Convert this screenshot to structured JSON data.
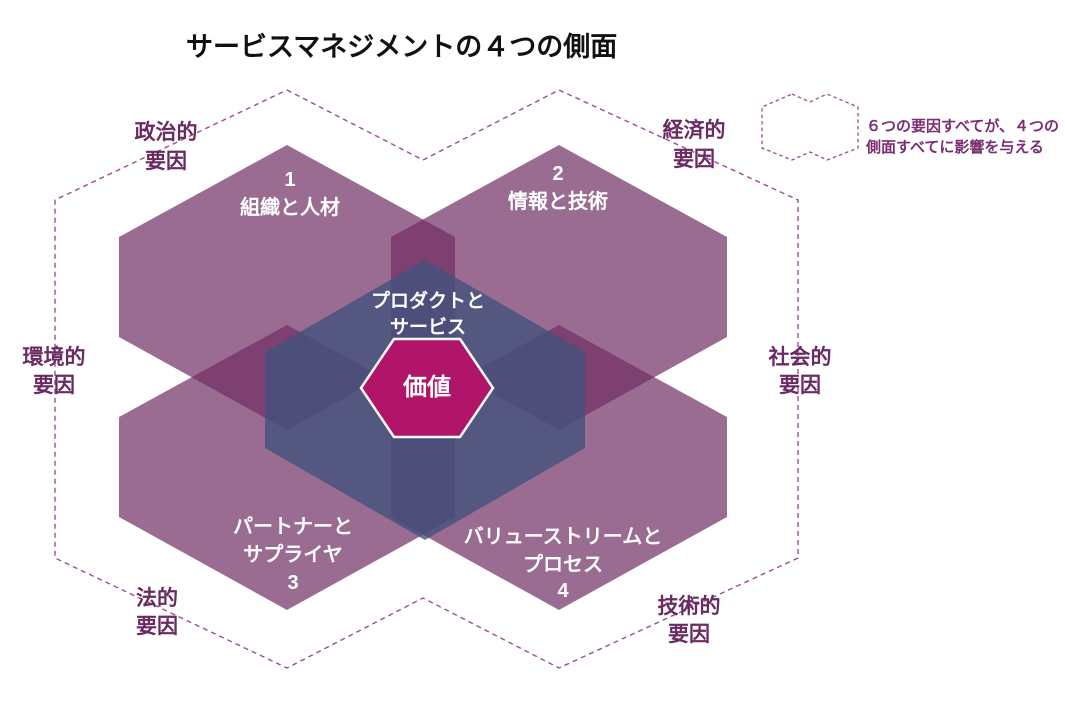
{
  "title": "サービスマネジメントの４つの側面",
  "legend": {
    "icon": "dashed-double-hexagon-outline-icon",
    "line1": "６つの要因すべてが、４つの",
    "line2": "側面すべてに影響を与える"
  },
  "external_factors": {
    "political": {
      "line1": "政治的",
      "line2": "要因"
    },
    "economic": {
      "line1": "経済的",
      "line2": "要因"
    },
    "environmental": {
      "line1": "環境的",
      "line2": "要因"
    },
    "social": {
      "line1": "社会的",
      "line2": "要因"
    },
    "legal": {
      "line1": "法的",
      "line2": "要因"
    },
    "technological": {
      "line1": "技術的",
      "line2": "要因"
    }
  },
  "dimensions": {
    "organizations_people": {
      "number": "1",
      "label": "組織と人材"
    },
    "information_technology": {
      "number": "2",
      "label": "情報と技術"
    },
    "partners_suppliers": {
      "line1": "パートナーと",
      "line2": "サプライヤ",
      "number": "3"
    },
    "value_streams_processes": {
      "line1": "バリューストリームと",
      "line2": "プロセス",
      "number": "4"
    }
  },
  "center": {
    "products_services_line1": "プロダクトと",
    "products_services_line2": "サービス",
    "value": "価値"
  },
  "colors": {
    "dimension_fill": "#712d64",
    "center_fill": "#40527c",
    "value_fill": "#b11569",
    "dashed_outline": "#9b4f90",
    "factor_text": "#6a2a62",
    "legend_text": "#7b2e72",
    "title_text": "#111111",
    "hex_label_text": "#ffffff"
  }
}
